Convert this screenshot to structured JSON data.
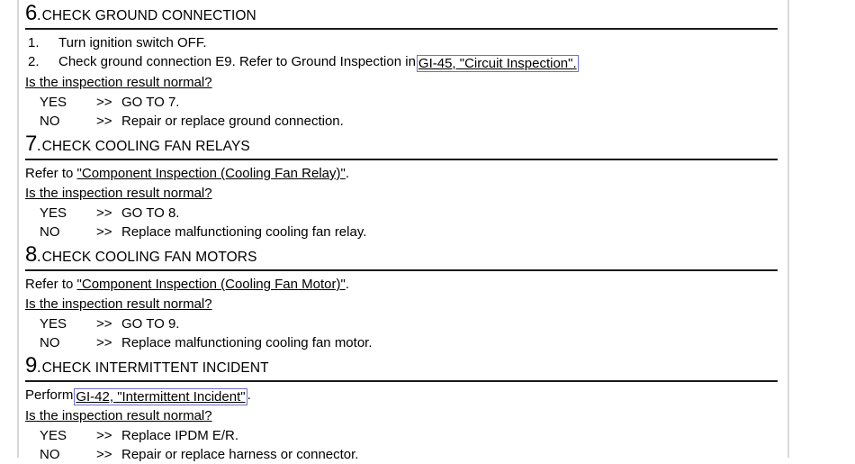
{
  "document": {
    "type": "service-manual-diagnostic-procedure",
    "link_border_color": "#6f6fd0",
    "rule_color": "#1a1a1a",
    "page_edge_color": "#d8d8d8"
  },
  "steps": [
    {
      "number": "6",
      "dot": ".",
      "title": "CHECK GROUND CONNECTION",
      "items": [
        {
          "index": "1.",
          "text": "Turn ignition switch OFF."
        },
        {
          "index": "2.",
          "prefix": "Check ground connection E9. Refer to Ground Inspection in",
          "link": "GI-45, \"Circuit Inspection\".",
          "link_type": "boxed"
        }
      ],
      "prompt": "Is the inspection result normal?",
      "answers": [
        {
          "key": "YES",
          "arrow": ">>",
          "text": "GO TO 7."
        },
        {
          "key": "NO",
          "arrow": ">>",
          "text": "Repair or replace ground connection."
        }
      ]
    },
    {
      "number": "7",
      "dot": ".",
      "title": "CHECK COOLING FAN RELAYS",
      "refer": {
        "prefix": "Refer to",
        "link": "\"Component Inspection (Cooling Fan Relay)\"",
        "suffix": ".",
        "link_type": "underline"
      },
      "prompt": "Is the inspection result normal?",
      "answers": [
        {
          "key": "YES",
          "arrow": ">>",
          "text": "GO TO 8."
        },
        {
          "key": "NO",
          "arrow": ">>",
          "text": "Replace malfunctioning cooling fan relay."
        }
      ]
    },
    {
      "number": "8",
      "dot": ".",
      "title": "CHECK COOLING FAN MOTORS",
      "refer": {
        "prefix": "Refer to",
        "link": "\"Component Inspection (Cooling Fan Motor)\"",
        "suffix": ".",
        "link_type": "underline"
      },
      "prompt": "Is the inspection result normal?",
      "answers": [
        {
          "key": "YES",
          "arrow": ">>",
          "text": "GO TO 9."
        },
        {
          "key": "NO",
          "arrow": ">>",
          "text": "Replace malfunctioning cooling fan motor."
        }
      ]
    },
    {
      "number": "9",
      "dot": ".",
      "title": "CHECK INTERMITTENT INCIDENT",
      "refer": {
        "prefix": "Perform",
        "link": "GI-42, \"Intermittent Incident\"",
        "suffix": ".",
        "link_type": "boxed"
      },
      "prompt": "Is the inspection result normal?",
      "answers": [
        {
          "key": "YES",
          "arrow": ">>",
          "text": "Replace IPDM E/R."
        },
        {
          "key": "NO",
          "arrow": ">>",
          "text": "Repair or replace harness or connector."
        }
      ]
    }
  ]
}
